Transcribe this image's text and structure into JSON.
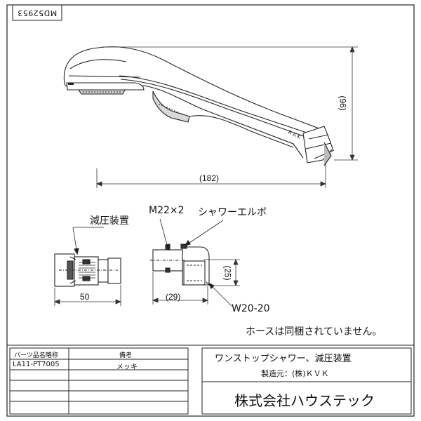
{
  "drawing_number": "MD52953",
  "dimensions": {
    "head_height": "(96)",
    "head_length": "(182)",
    "reducer_length": "50",
    "elbow_width": "(29)",
    "elbow_height": "(25)"
  },
  "labels": {
    "pressure_reducer": "減圧装置",
    "thread": "M22×2",
    "elbow": "シャワーエルボ",
    "hose_thread": "W20-20"
  },
  "note": "ホースは同梱されていません。",
  "title_block": {
    "headers": {
      "part_name": "パーツ品名略称",
      "remarks": "備考"
    },
    "rows": [
      {
        "part_name": "LA11-PT7005",
        "remarks": "メッキ"
      }
    ],
    "product_name": "ワンストップシャワー、減圧装置",
    "manufacturer": "製造元：(株)ＫＶＫ",
    "company": "株式会社ハウステック"
  }
}
